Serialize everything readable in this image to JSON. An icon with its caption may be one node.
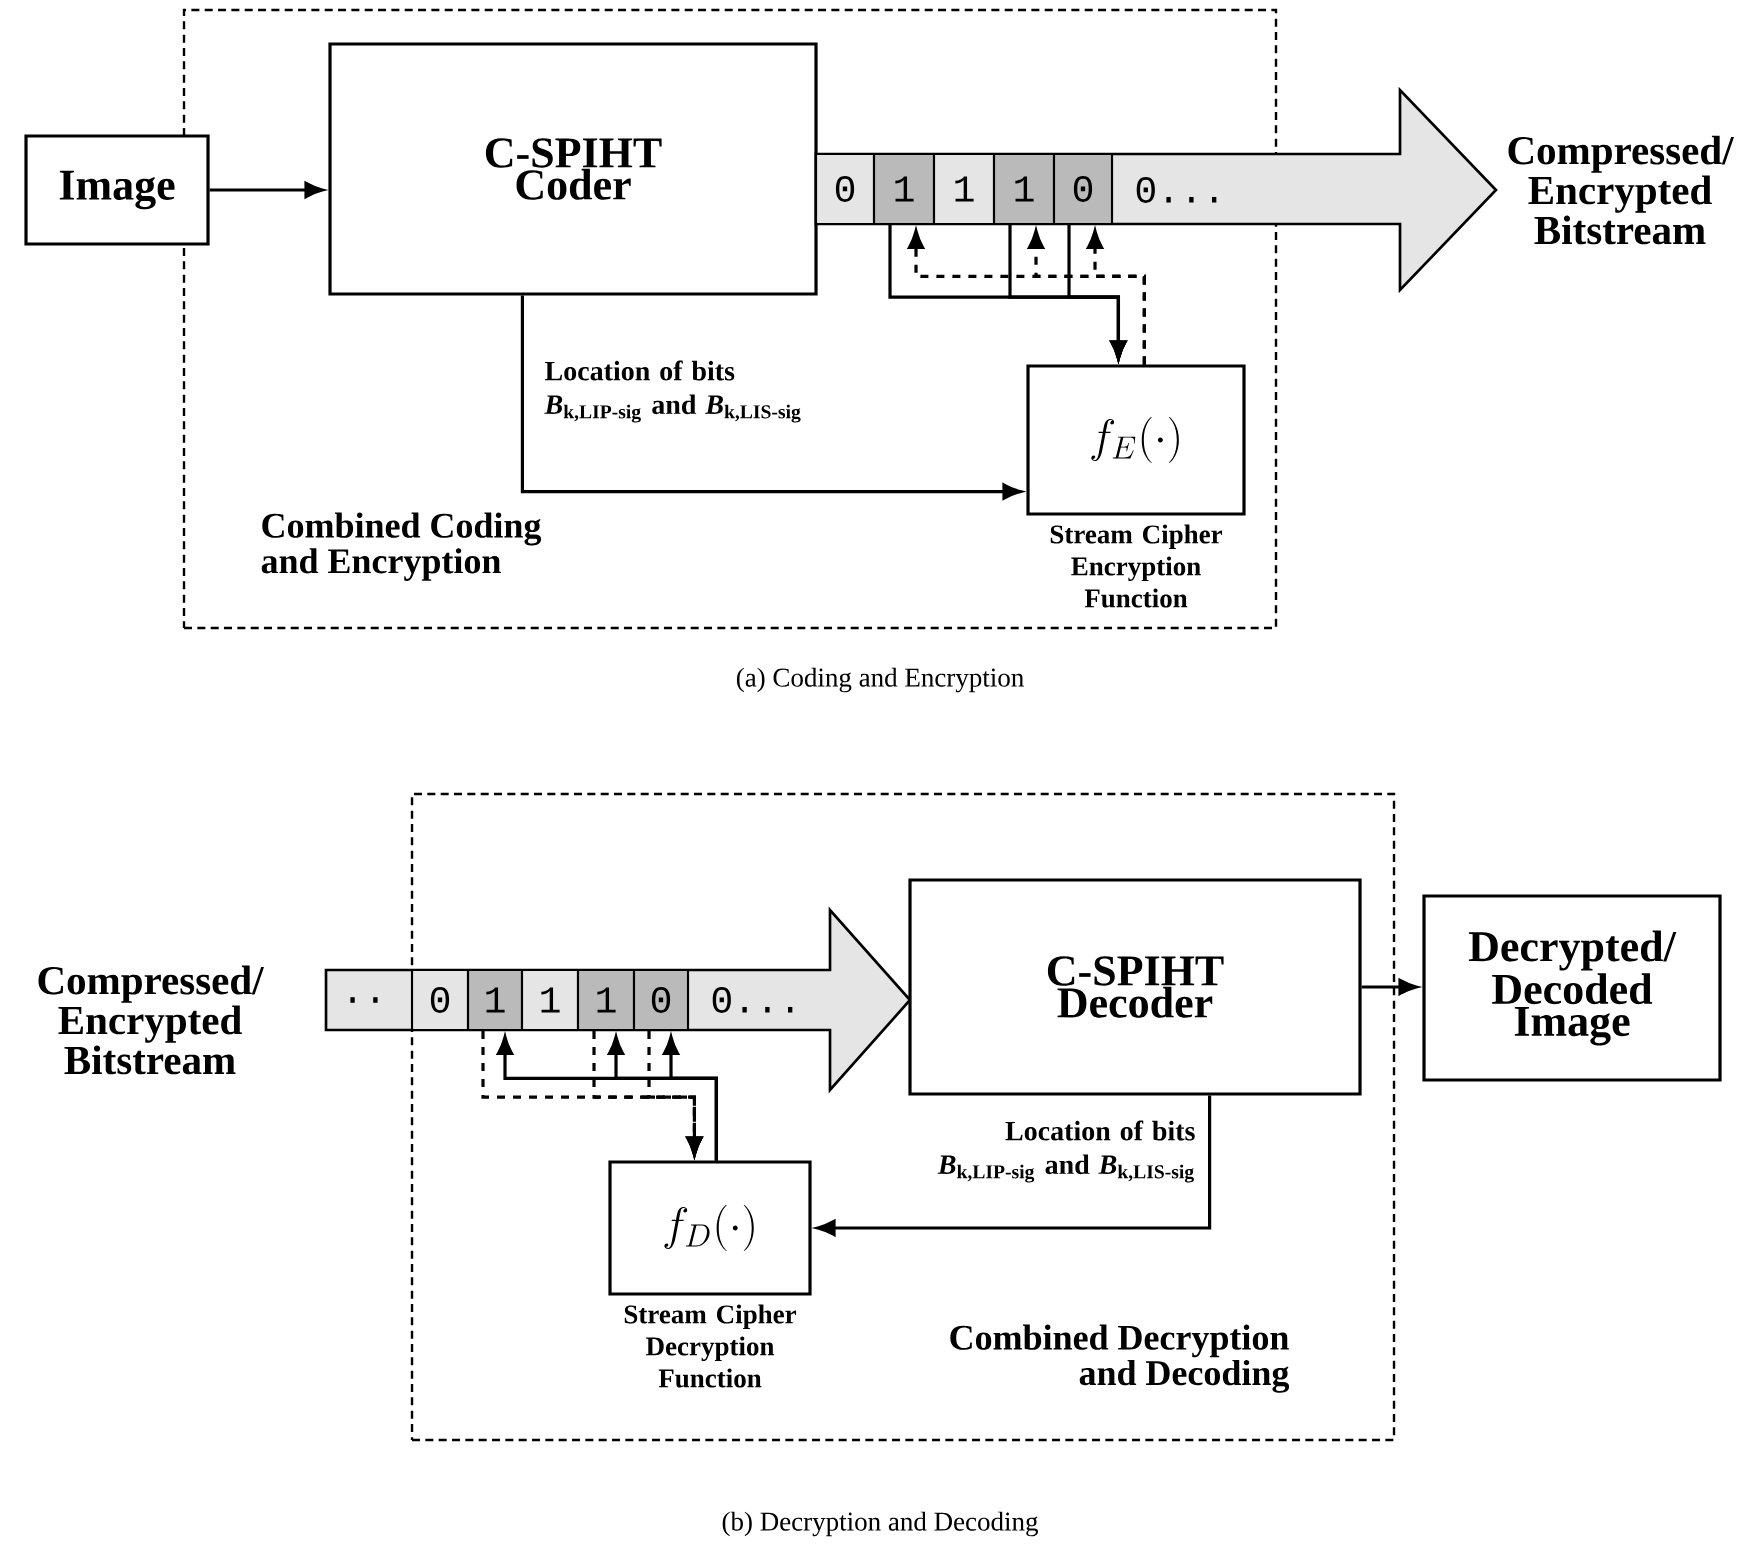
{
  "diagram": {
    "nodes": [
      {
        "text": [
          "Combined Coding and Encryption"
        ]
      },
      {
        "text": [
          "Image"
        ]
      },
      {
        "text": [
          "C-SPIHT Coder"
        ],
        "in": 0
      },
      {
        "text": [
          "0...",
          "Compressed/ Encrypted Bitstream"
        ]
      },
      {
        "text": [
          "0"
        ]
      },
      {
        "text": [
          "1"
        ]
      },
      {
        "text": [
          "1"
        ]
      },
      {
        "text": [
          "1"
        ]
      },
      {
        "text": [
          "0"
        ]
      },
      {
        "text": [
          "f_E(\\cdot)"
        ],
        "in": 0,
        "beside": [
          "Stream Cipher Encryption Function"
        ]
      },
      {
        "text": [
          "Combined Decryption and Decoding"
        ]
      },
      {
        "text": [
          "Compressed/ Encrypted Bitstream",
          "..",
          "0..."
        ]
      },
      {
        "text": [
          "0"
        ],
        "in": 11
      },
      {
        "text": [
          "1"
        ],
        "in": 11
      },
      {
        "text": [
          "1"
        ],
        "in": 11
      },
      {
        "text": [
          "1"
        ],
        "in": 11
      },
      {
        "text": [
          "0"
        ],
        "in": 11
      },
      {
        "text": [
          "f_D(\\cdot)"
        ],
        "in": 10,
        "beside": [
          "Stream Cipher Decryption Function"
        ]
      },
      {
        "text": [
          "C-SPIHT Decoder"
        ],
        "in": 10
      },
      {
        "text": [
          "Decrypted/ Decoded Image"
        ]
      }
    ],
    "edges": [
      {
        "from": 1,
        "to": 2,
        "arrow": "to"
      },
      {
        "from": 2,
        "to": 9,
        "arrow": "to",
        "label": "Location of bits *B*$_{k,LIP-sig}$ and *B*$_{k,LIS-sig}$"
      },
      {
        "from": 5,
        "to": 9,
        "arrow": "to"
      },
      {
        "from": 7,
        "to": 9,
        "arrow": "to"
      },
      {
        "from": 8,
        "to": 9,
        "arrow": "to"
      },
      {
        "from": 9,
        "to": 5,
        "arrow": "to",
        "style": "dashed"
      },
      {
        "from": 9,
        "to": 7,
        "arrow": "to",
        "style": "dashed"
      },
      {
        "from": 9,
        "to": 8,
        "arrow": "to",
        "style": "dashed"
      },
      {
        "from": 17,
        "to": 13,
        "arrow": "to"
      },
      {
        "from": 17,
        "to": 15,
        "arrow": "to"
      },
      {
        "from": 17,
        "to": 16,
        "arrow": "to"
      },
      {
        "from": 13,
        "to": 17,
        "arrow": "to",
        "style": "dashed"
      },
      {
        "from": 15,
        "to": 17,
        "arrow": "to",
        "style": "dashed"
      },
      {
        "from": 16,
        "to": 17,
        "arrow": "to",
        "style": "dashed"
      },
      {
        "from": 18,
        "to": 17,
        "arrow": "to",
        "label": "Location of bits *B*$_{k,LIP-sig}$ and *B*$_{k,LIS-sig}$"
      },
      {
        "from": 18,
        "to": 19,
        "arrow": "to"
      }
    ],
    "labels": [
      "(a) Coding and Encryption",
      "(b) Decryption and Decoding"
    ]
  }
}
